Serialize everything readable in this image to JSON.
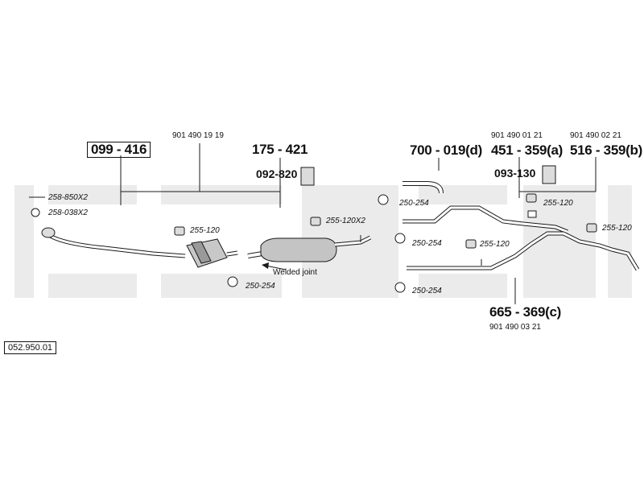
{
  "diagram_number": "052.950.01",
  "parts": {
    "p099": "099 - 416",
    "p175": "175 - 421",
    "p700": "700 - 019(d)",
    "p451": "451 - 359(a)",
    "p516": "516 - 359(b)",
    "p665": "665 - 369(c)",
    "p092": "092-820",
    "p093": "093-130"
  },
  "oem_numbers": {
    "n1": "901 490 19 19",
    "n2": "901 490 01 21",
    "n3": "901 490 02 21",
    "n4": "901 490 03 21"
  },
  "hardware": {
    "h258850": "258-850X2",
    "h258038": "258-038X2",
    "h255120a": "255-120",
    "h255120x2": "255-120X2",
    "h250254a": "250-254",
    "h250254b": "250-254",
    "h255120b": "255-120",
    "h255120c": "255-120",
    "h250254c": "250-254",
    "h250254d": "250-254",
    "h255120d": "255-120"
  },
  "notes": {
    "welded": "Welded joint"
  },
  "colors": {
    "ink": "#1a1a1a",
    "watermark": "#e9e9e9",
    "part_fill": "#bfbfbf"
  }
}
